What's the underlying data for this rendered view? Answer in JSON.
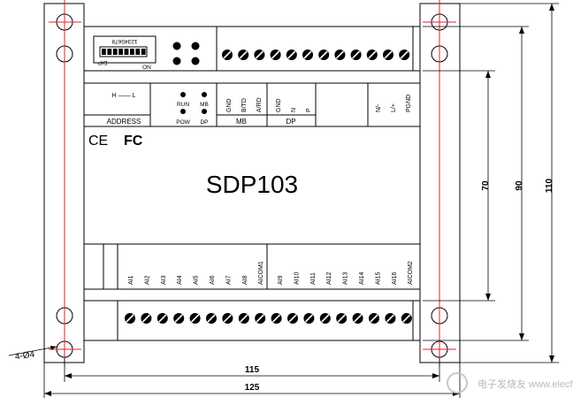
{
  "model": "SDP103",
  "certifications": {
    "ce": "CE",
    "fc": "FC"
  },
  "dip": {
    "numbers": "12345678",
    "dip_label": "DIP",
    "on_label": "ON"
  },
  "address": {
    "range": "H —— L",
    "label": "ADDRESS"
  },
  "indicators": {
    "run": "RUN",
    "mb": "MB",
    "pow": "POW",
    "dp": "DP"
  },
  "top_terminals": {
    "mb_pins": [
      "GND",
      "B/TD",
      "A/RD"
    ],
    "mb_label": "MB",
    "dp_pins": [
      "GND",
      "N",
      "P"
    ],
    "dp_label": "DP",
    "power_pins": [
      "N/-",
      "L/+",
      "PGND"
    ]
  },
  "bottom_terminals": {
    "group1": [
      "AI1",
      "AI2",
      "AI3",
      "AI4",
      "AI5",
      "AI6",
      "AI7",
      "AI8",
      "AICOM1"
    ],
    "group2": [
      "AI9",
      "AI10",
      "AI11",
      "AI12",
      "AI13",
      "AI14",
      "AI15",
      "AI16",
      "AICOM2"
    ]
  },
  "dimensions": {
    "height_inner": "70",
    "height_mid": "90",
    "height_outer": "110",
    "width_inner": "115",
    "width_outer": "125",
    "holes": "4-Ø4"
  },
  "watermark": "电子发烧友 www.elecfans.com"
}
